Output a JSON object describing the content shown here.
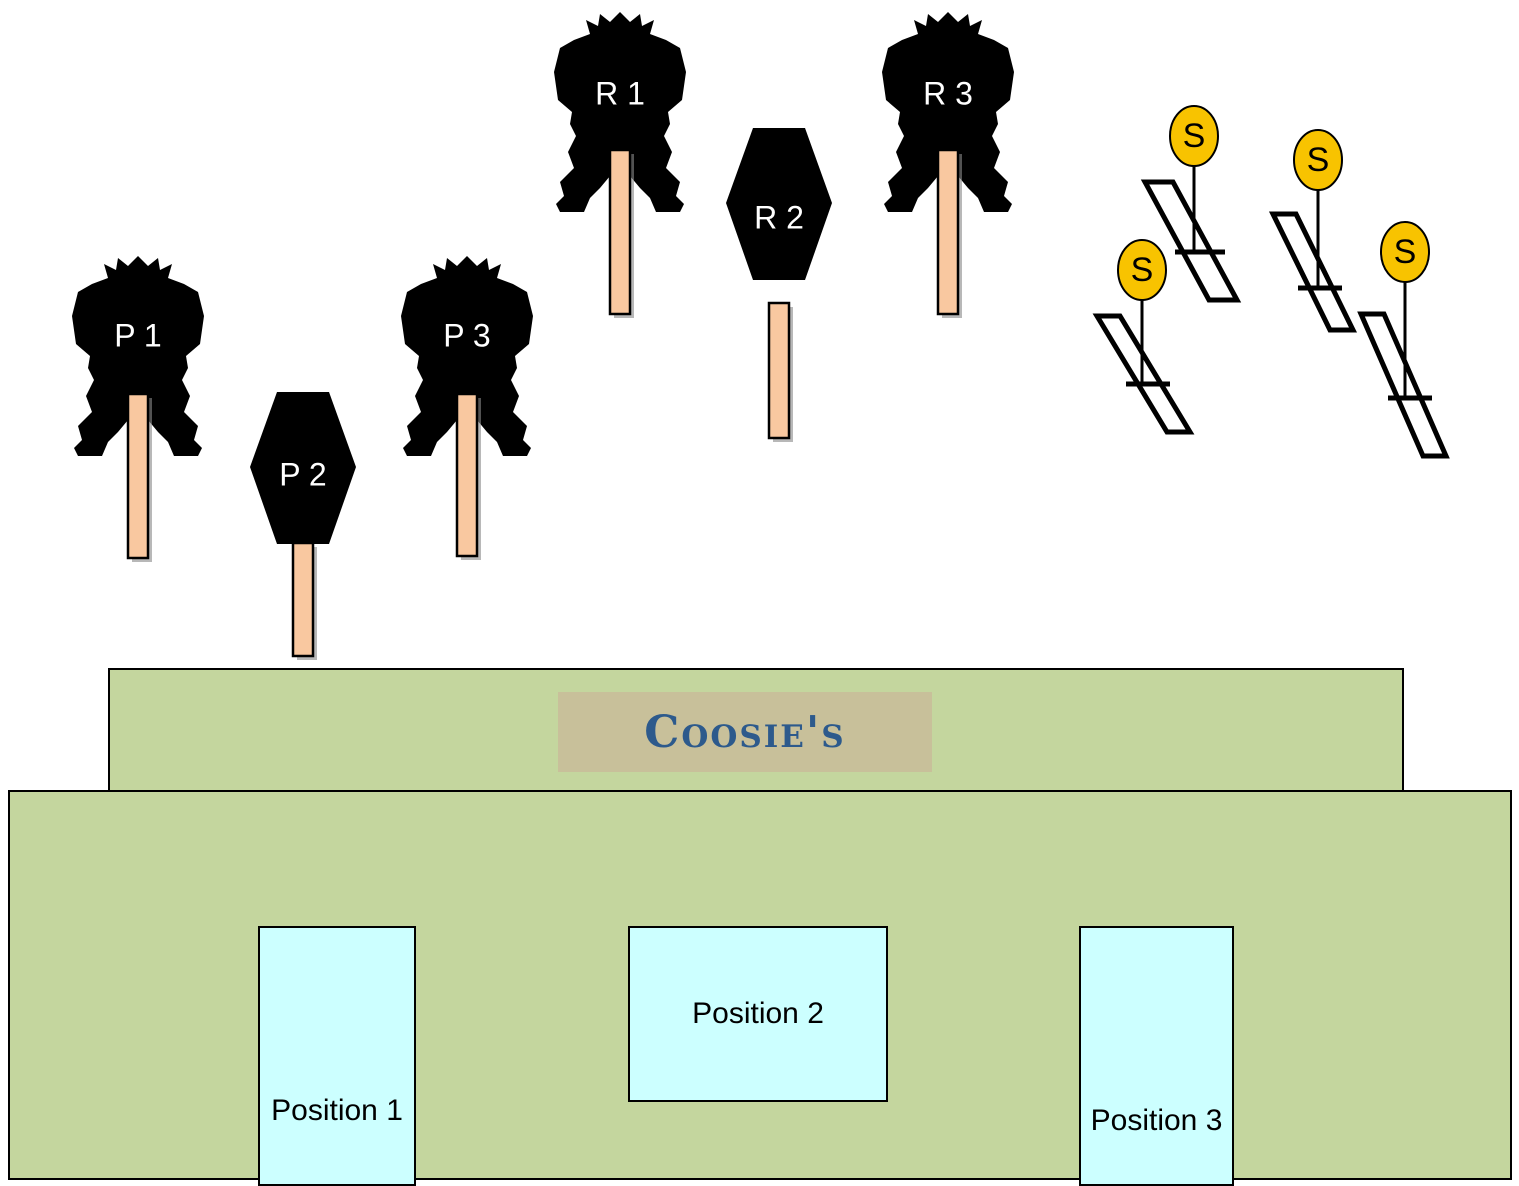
{
  "building": {
    "sign_text": "Coosie's",
    "positions": [
      {
        "id": "pos1",
        "label": "Position 1"
      },
      {
        "id": "pos2",
        "label": "Position 2"
      },
      {
        "id": "pos3",
        "label": "Position 3"
      }
    ]
  },
  "targets": [
    {
      "id": "p1",
      "label": "P 1",
      "shape": "silhouette"
    },
    {
      "id": "p2",
      "label": "P 2",
      "shape": "hexagon"
    },
    {
      "id": "p3",
      "label": "P 3",
      "shape": "silhouette"
    },
    {
      "id": "r1",
      "label": "R 1",
      "shape": "silhouette"
    },
    {
      "id": "r2",
      "label": "R 2",
      "shape": "hexagon"
    },
    {
      "id": "r3",
      "label": "R 3",
      "shape": "silhouette"
    }
  ],
  "spinners": [
    {
      "id": "s1",
      "label": "S"
    },
    {
      "id": "s2",
      "label": "S"
    },
    {
      "id": "s3",
      "label": "S"
    },
    {
      "id": "s4",
      "label": "S"
    }
  ],
  "colors": {
    "target": "#000000",
    "stake": "#f9c8a0",
    "building": "#c4d69e",
    "sign_bg": "#c8c09a",
    "sign_text": "#2d5a8c",
    "position_box": "#ccffff",
    "spinner_plate": "#f8c300"
  }
}
